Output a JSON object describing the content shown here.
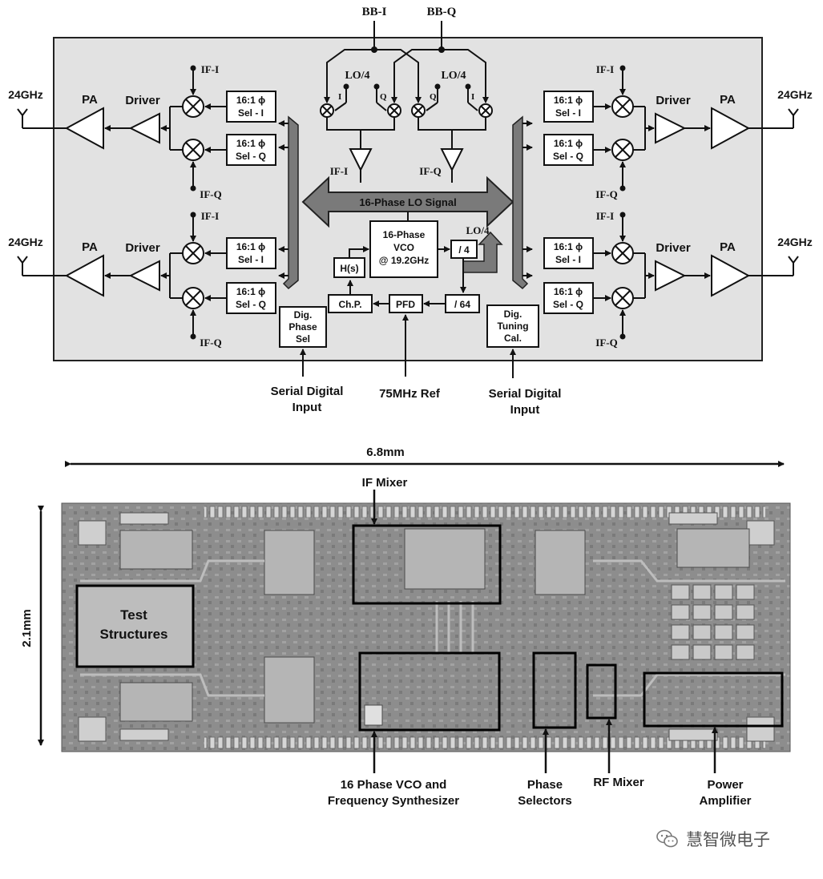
{
  "block_diagram": {
    "bb_i": "BB-I",
    "bb_q": "BB-Q",
    "lo4": "LO/4",
    "lo4_div": "LO/4",
    "i_label": "I",
    "q_label": "Q",
    "if_i": "IF-I",
    "if_q": "IF-Q",
    "out_24ghz": "24GHz",
    "pa": "PA",
    "driver": "Driver",
    "sel_top": "16:1 ϕ",
    "sel_i": "Sel - I",
    "sel_q": "Sel - Q",
    "lo_signal": "16-Phase LO Signal",
    "vco_l1": "16-Phase",
    "vco_l2": "VCO",
    "vco_l3": "@ 19.2GHz",
    "div4": "/ 4",
    "div64": "/ 64",
    "hs": "H(s)",
    "chp": "Ch.P.",
    "pfd": "PFD",
    "dig_phase_l1": "Dig.",
    "dig_phase_l2": "Phase",
    "dig_phase_l3": "Sel",
    "dig_tuning_l1": "Dig.",
    "dig_tuning_l2": "Tuning",
    "dig_tuning_l3": "Cal.",
    "serial_l1": "Serial Digital",
    "serial_l2": "Input",
    "ref": "75MHz Ref"
  },
  "die_photo": {
    "width": "6.8mm",
    "height": "2.1mm",
    "test_l1": "Test",
    "test_l2": "Structures",
    "if_mixer": "IF Mixer",
    "vco_l1": "16 Phase VCO and",
    "vco_l2": "Frequency Synthesizer",
    "phase_l1": "Phase",
    "phase_l2": "Selectors",
    "rf_mixer": "RF Mixer",
    "pa_l1": "Power",
    "pa_l2": "Amplifier"
  },
  "watermark": {
    "text": "慧智微电子",
    "icon": "wechat-icon"
  }
}
